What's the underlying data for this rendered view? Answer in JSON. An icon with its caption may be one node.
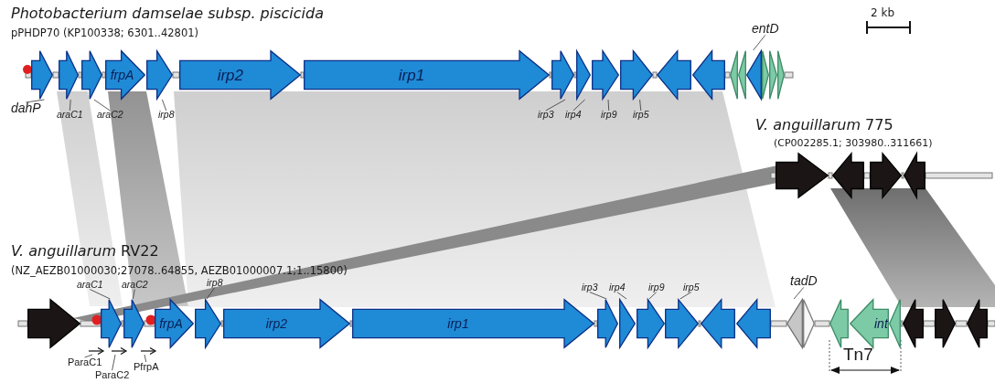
{
  "diagram": {
    "nodes": [
      {
        "text": [],
        "shape": "arrow"
      },
      {
        "text": [],
        "shape": "arrow"
      },
      {
        "text": [],
        "shape": "arrow"
      },
      {
        "text": [
          "frpA"
        ]
      },
      {
        "text": [],
        "shape": "arrow"
      },
      {
        "text": [
          "irp2"
        ]
      },
      {
        "text": [
          "irp1"
        ]
      },
      {
        "text": [],
        "shape": "arrow"
      },
      {
        "text": [],
        "shape": "arrow"
      },
      {
        "text": [],
        "shape": "arrow"
      },
      {
        "text": [],
        "shape": "arrow"
      },
      {
        "text": [],
        "shape": "arrow"
      },
      {
        "text": [],
        "shape": "arrow"
      },
      {
        "text": [],
        "shape": "arrow"
      },
      {
        "text": [],
        "shape": "arrow"
      },
      {
        "text": [],
        "shape": "arrow"
      },
      {
        "text": [],
        "shape": "arrow"
      },
      {
        "text": [],
        "shape": "arrow"
      },
      {
        "text": [],
        "shape": "arrow"
      },
      {
        "text": [
          "dahP"
        ]
      },
      {
        "text": [
          "araC1"
        ]
      },
      {
        "text": [
          "araC2"
        ]
      },
      {
        "text": [
          "irp8"
        ]
      },
      {
        "text": [
          "irp3"
        ]
      },
      {
        "text": [
          "irp4"
        ]
      },
      {
        "text": [
          "irp9"
        ]
      },
      {
        "text": [
          "irp5"
        ]
      },
      {
        "text": [
          "entD"
        ]
      },
      {
        "text": [],
        "shape": "arrow"
      },
      {
        "text": [],
        "shape": "arrow"
      },
      {
        "text": [],
        "shape": "arrow"
      },
      {
        "text": [],
        "shape": "arrow"
      },
      {
        "text": [],
        "shape": "arrow"
      },
      {
        "text": [],
        "shape": "arrow"
      },
      {
        "text": [],
        "shape": "arrow"
      },
      {
        "text": [
          "frpA"
        ]
      },
      {
        "text": [],
        "shape": "arrow"
      },
      {
        "text": [
          "irp2"
        ]
      },
      {
        "text": [
          "irp1"
        ]
      },
      {
        "text": [],
        "shape": "arrow"
      },
      {
        "text": [],
        "shape": "arrow"
      },
      {
        "text": [],
        "shape": "arrow"
      },
      {
        "text": [],
        "shape": "arrow"
      },
      {
        "text": [],
        "shape": "arrow"
      },
      {
        "text": [],
        "shape": "arrow"
      },
      {
        "text": [],
        "shape": "arrow"
      },
      {
        "text": [],
        "shape": "arrow"
      },
      {
        "text": [],
        "shape": "arrow"
      },
      {
        "text": [
          "int"
        ]
      },
      {
        "text": [],
        "shape": "arrow"
      },
      {
        "text": [],
        "shape": "arrow"
      },
      {
        "text": [],
        "shape": "arrow"
      },
      {
        "text": [],
        "shape": "arrow"
      },
      {
        "text": [
          "araC1"
        ]
      },
      {
        "text": [
          "araC2"
        ]
      },
      {
        "text": [
          "irp8"
        ]
      },
      {
        "text": [
          "irp3"
        ]
      },
      {
        "text": [
          "irp4"
        ]
      },
      {
        "text": [
          "irp9"
        ]
      },
      {
        "text": [
          "irp5"
        ]
      },
      {
        "text": [
          "tadD"
        ]
      },
      {
        "text": [],
        "shape": "arrow"
      },
      {
        "text": [],
        "shape": "arrow"
      },
      {
        "text": [],
        "shape": "arrow"
      },
      {
        "text": [
          "ParaC1"
        ]
      },
      {
        "text": [
          "ParaC2"
        ]
      },
      {
        "text": [
          "PfrpA"
        ]
      }
    ],
    "edges": [
      {
        "from": 19,
        "to": 0,
        "arrow": "none"
      },
      {
        "from": 20,
        "to": 1,
        "arrow": "none"
      },
      {
        "from": 21,
        "to": 2,
        "arrow": "none"
      },
      {
        "from": 22,
        "to": 4,
        "arrow": "none"
      },
      {
        "from": 23,
        "to": 7,
        "arrow": "none"
      },
      {
        "from": 24,
        "to": 8,
        "arrow": "none"
      },
      {
        "from": 25,
        "to": 9,
        "arrow": "none"
      },
      {
        "from": 26,
        "to": 10,
        "arrow": "none"
      },
      {
        "from": 27,
        "to": 15,
        "arrow": "none"
      },
      {
        "from": 53,
        "to": 33,
        "arrow": "none"
      },
      {
        "from": 54,
        "to": 34,
        "arrow": "none"
      },
      {
        "from": 55,
        "to": 36,
        "arrow": "none"
      },
      {
        "from": 56,
        "to": 39,
        "arrow": "none"
      },
      {
        "from": 57,
        "to": 40,
        "arrow": "none"
      },
      {
        "from": 58,
        "to": 41,
        "arrow": "none"
      },
      {
        "from": 59,
        "to": 42,
        "arrow": "none"
      },
      {
        "from": 60,
        "to": 45,
        "arrow": "none"
      },
      {
        "from": 64,
        "to": 61,
        "arrow": "none"
      },
      {
        "from": 65,
        "to": 62,
        "arrow": "none"
      },
      {
        "from": 66,
        "to": 63,
        "arrow": "none"
      }
    ],
    "labels": [
      "Photobacterium damselae subsp. piscicida",
      "pPHDP70 (KP100338; 6301..42801)",
      "2 kb",
      "*V. anguillarum* 775",
      "(CP002285.1; 303980..311661)",
      "*V. anguillarum* RV22",
      "(NZ_AEZB01000030;27078..64855, AEZB01000007.1;1..15800)",
      "Tn7"
    ]
  }
}
